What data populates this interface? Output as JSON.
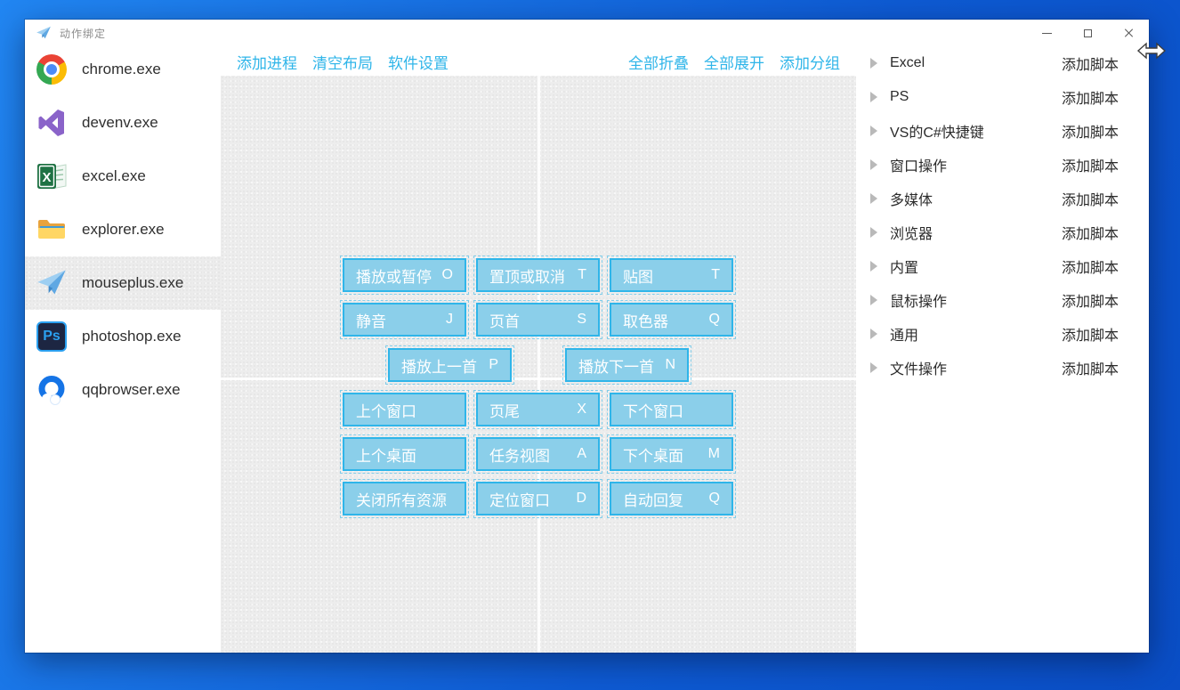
{
  "window": {
    "title": "动作绑定",
    "controls": [
      "minimize",
      "maximize",
      "close"
    ]
  },
  "toolbar": {
    "left": [
      "添加进程",
      "清空布局",
      "软件设置"
    ],
    "right": [
      "全部折叠",
      "全部展开",
      "添加分组"
    ],
    "accent_color": "#2fb5e9"
  },
  "sidebar": {
    "selected": "mouseplus.exe",
    "items": [
      {
        "label": "chrome.exe",
        "icon": "chrome-icon"
      },
      {
        "label": "devenv.exe",
        "icon": "visual-studio-icon"
      },
      {
        "label": "excel.exe",
        "icon": "excel-icon"
      },
      {
        "label": "explorer.exe",
        "icon": "folder-icon"
      },
      {
        "label": "mouseplus.exe",
        "icon": "paper-plane-icon"
      },
      {
        "label": "photoshop.exe",
        "icon": "photoshop-icon"
      },
      {
        "label": "qqbrowser.exe",
        "icon": "qqbrowser-icon"
      }
    ]
  },
  "canvas": {
    "button_fill": "#8bcfea",
    "button_border": "#2fb5e9",
    "buttons": [
      {
        "label": "播放或暂停",
        "key": "O"
      },
      {
        "label": "置顶或取消",
        "key": "T"
      },
      {
        "label": "贴图",
        "key": "T"
      },
      {
        "label": "静音",
        "key": "J"
      },
      {
        "label": "页首",
        "key": "S"
      },
      {
        "label": "取色器",
        "key": "Q"
      },
      {
        "label": "播放上一首",
        "key": "P"
      },
      {
        "label": "播放下一首",
        "key": "N"
      },
      {
        "label": "上个窗口",
        "key": ""
      },
      {
        "label": "页尾",
        "key": "X"
      },
      {
        "label": "下个窗口",
        "key": ""
      },
      {
        "label": "上个桌面",
        "key": ""
      },
      {
        "label": "任务视图",
        "key": "A"
      },
      {
        "label": "下个桌面",
        "key": "M"
      },
      {
        "label": "关闭所有资源",
        "key": ""
      },
      {
        "label": "定位窗口",
        "key": "D"
      },
      {
        "label": "自动回复",
        "key": "Q"
      }
    ]
  },
  "groups": {
    "add_script": "添加脚本",
    "items": [
      {
        "label": "Excel"
      },
      {
        "label": "PS"
      },
      {
        "label": "VS的C#快捷键"
      },
      {
        "label": "窗口操作"
      },
      {
        "label": "多媒体"
      },
      {
        "label": "浏览器"
      },
      {
        "label": "内置"
      },
      {
        "label": "鼠标操作"
      },
      {
        "label": "通用"
      },
      {
        "label": "文件操作"
      }
    ]
  }
}
